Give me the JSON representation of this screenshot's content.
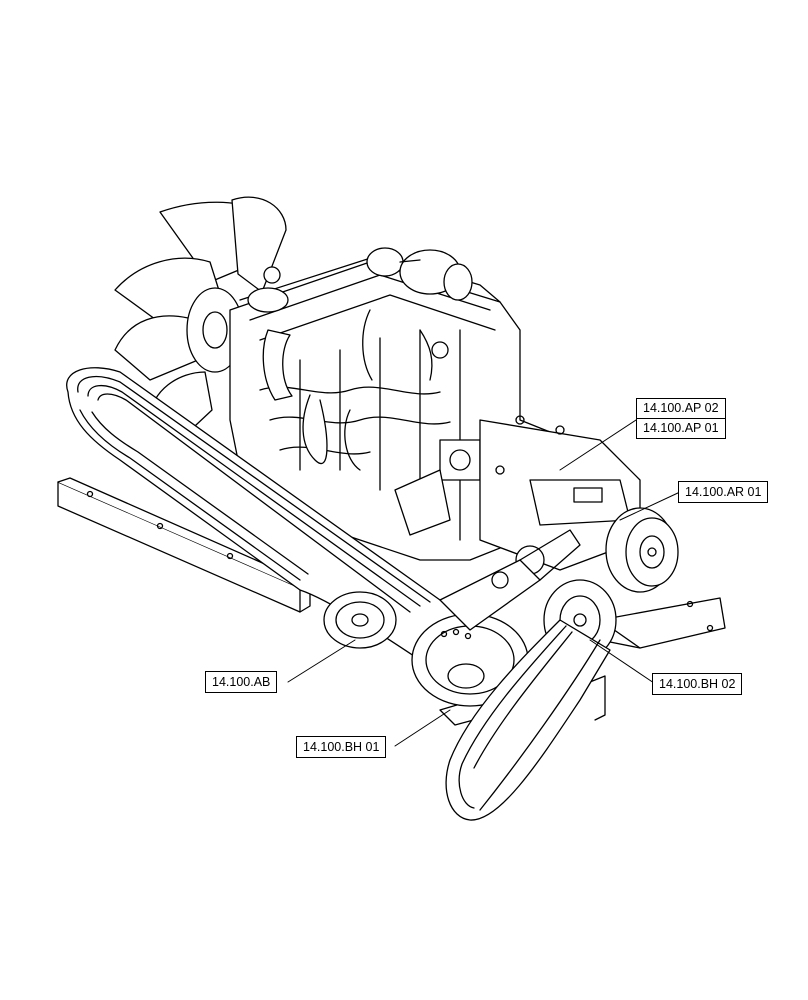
{
  "callouts": {
    "ap02": "14.100.AP 02",
    "ap01": "14.100.AP 01",
    "ar01": "14.100.AR 01",
    "ab": "14.100.AB",
    "bh02": "14.100.BH 02",
    "bh01": "14.100.BH 01"
  },
  "colors": {
    "line": "#000000",
    "background": "#ffffff"
  }
}
